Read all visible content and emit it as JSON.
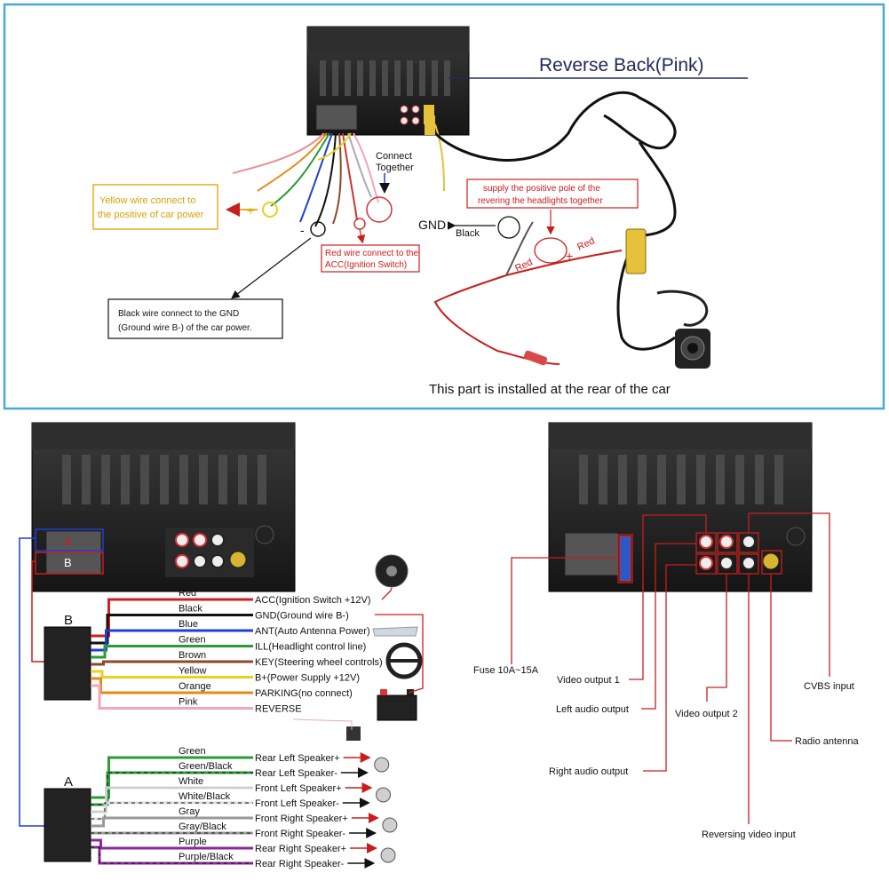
{
  "top": {
    "title": "Reverse Back(Pink)",
    "connect_together": [
      "Connect",
      "Together"
    ],
    "yellow_note": [
      "Yellow wire connect to",
      "the positive of car power"
    ],
    "yellow_plus": "+",
    "red_note": [
      "Red wire connect to the",
      "ACC(Ignition Switch)"
    ],
    "black_note": [
      "Black wire connect to the GND",
      "(Ground wire B-) of the car power."
    ],
    "minus": "-",
    "supply_note": [
      "supply the positive pole of the",
      "revering the headlights together"
    ],
    "gnd": "GND",
    "black": "Black",
    "red1": "Red",
    "red2": "Red",
    "plus": "+",
    "rear_note": "This part is installed at the rear of the car"
  },
  "left": {
    "plug_b_label": "B",
    "plug_a_label": "A",
    "conn_a": "A",
    "conn_b": "B",
    "wires_b": [
      {
        "color": "Red",
        "func": "ACC(Ignition Switch +12V)",
        "hex": "#d22020"
      },
      {
        "color": "Black",
        "func": "GND(Ground wire B-)",
        "hex": "#111111"
      },
      {
        "color": "Blue",
        "func": "ANT(Auto Antenna Power)",
        "hex": "#1f3fcf"
      },
      {
        "color": "Green",
        "func": "ILL(Headlight control line)",
        "hex": "#2a9a3a"
      },
      {
        "color": "Brown",
        "func": "KEY(Steering wheel controls)",
        "hex": "#8a4a2a"
      },
      {
        "color": "Yellow",
        "func": "B+(Power Supply +12V)",
        "hex": "#e8d21a"
      },
      {
        "color": "Orange",
        "func": "PARKING(no connect)",
        "hex": "#e88a1a"
      },
      {
        "color": "Pink",
        "func": "REVERSE",
        "hex": "#f2a6b8"
      }
    ],
    "wires_a": [
      {
        "color": "Green",
        "func": "Rear Left Speaker+",
        "hex": "#2a9a3a"
      },
      {
        "color": "Green/Black",
        "func": "Rear Left Speaker-",
        "hex": "#2a9a3a"
      },
      {
        "color": "White",
        "func": "Front Left Speaker+",
        "hex": "#dddddd"
      },
      {
        "color": "White/Black",
        "func": "Front Left Speaker-",
        "hex": "#dddddd"
      },
      {
        "color": "Gray",
        "func": "Front Right Speaker+",
        "hex": "#9a9a9a"
      },
      {
        "color": "Gray/Black",
        "func": "Front Right Speaker-",
        "hex": "#9a9a9a"
      },
      {
        "color": "Purple",
        "func": "Rear Right Speaker+",
        "hex": "#8a2a9a"
      },
      {
        "color": "Purple/Black",
        "func": "Rear Right Speaker-",
        "hex": "#8a2a9a"
      }
    ]
  },
  "right": {
    "fuse": "Fuse 10A~15A",
    "video1": "Video output 1",
    "left_audio": "Left audio output",
    "video2": "Video output 2",
    "right_audio": "Right audio output",
    "cvbs": "CVBS input",
    "radio": "Radio antenna",
    "reversing": "Reversing video input"
  },
  "colors": {
    "frame": "#4aa7d8",
    "red_label": "#d01a1a",
    "yellow_box": "#e0b020",
    "leader": "#c81e1e"
  }
}
